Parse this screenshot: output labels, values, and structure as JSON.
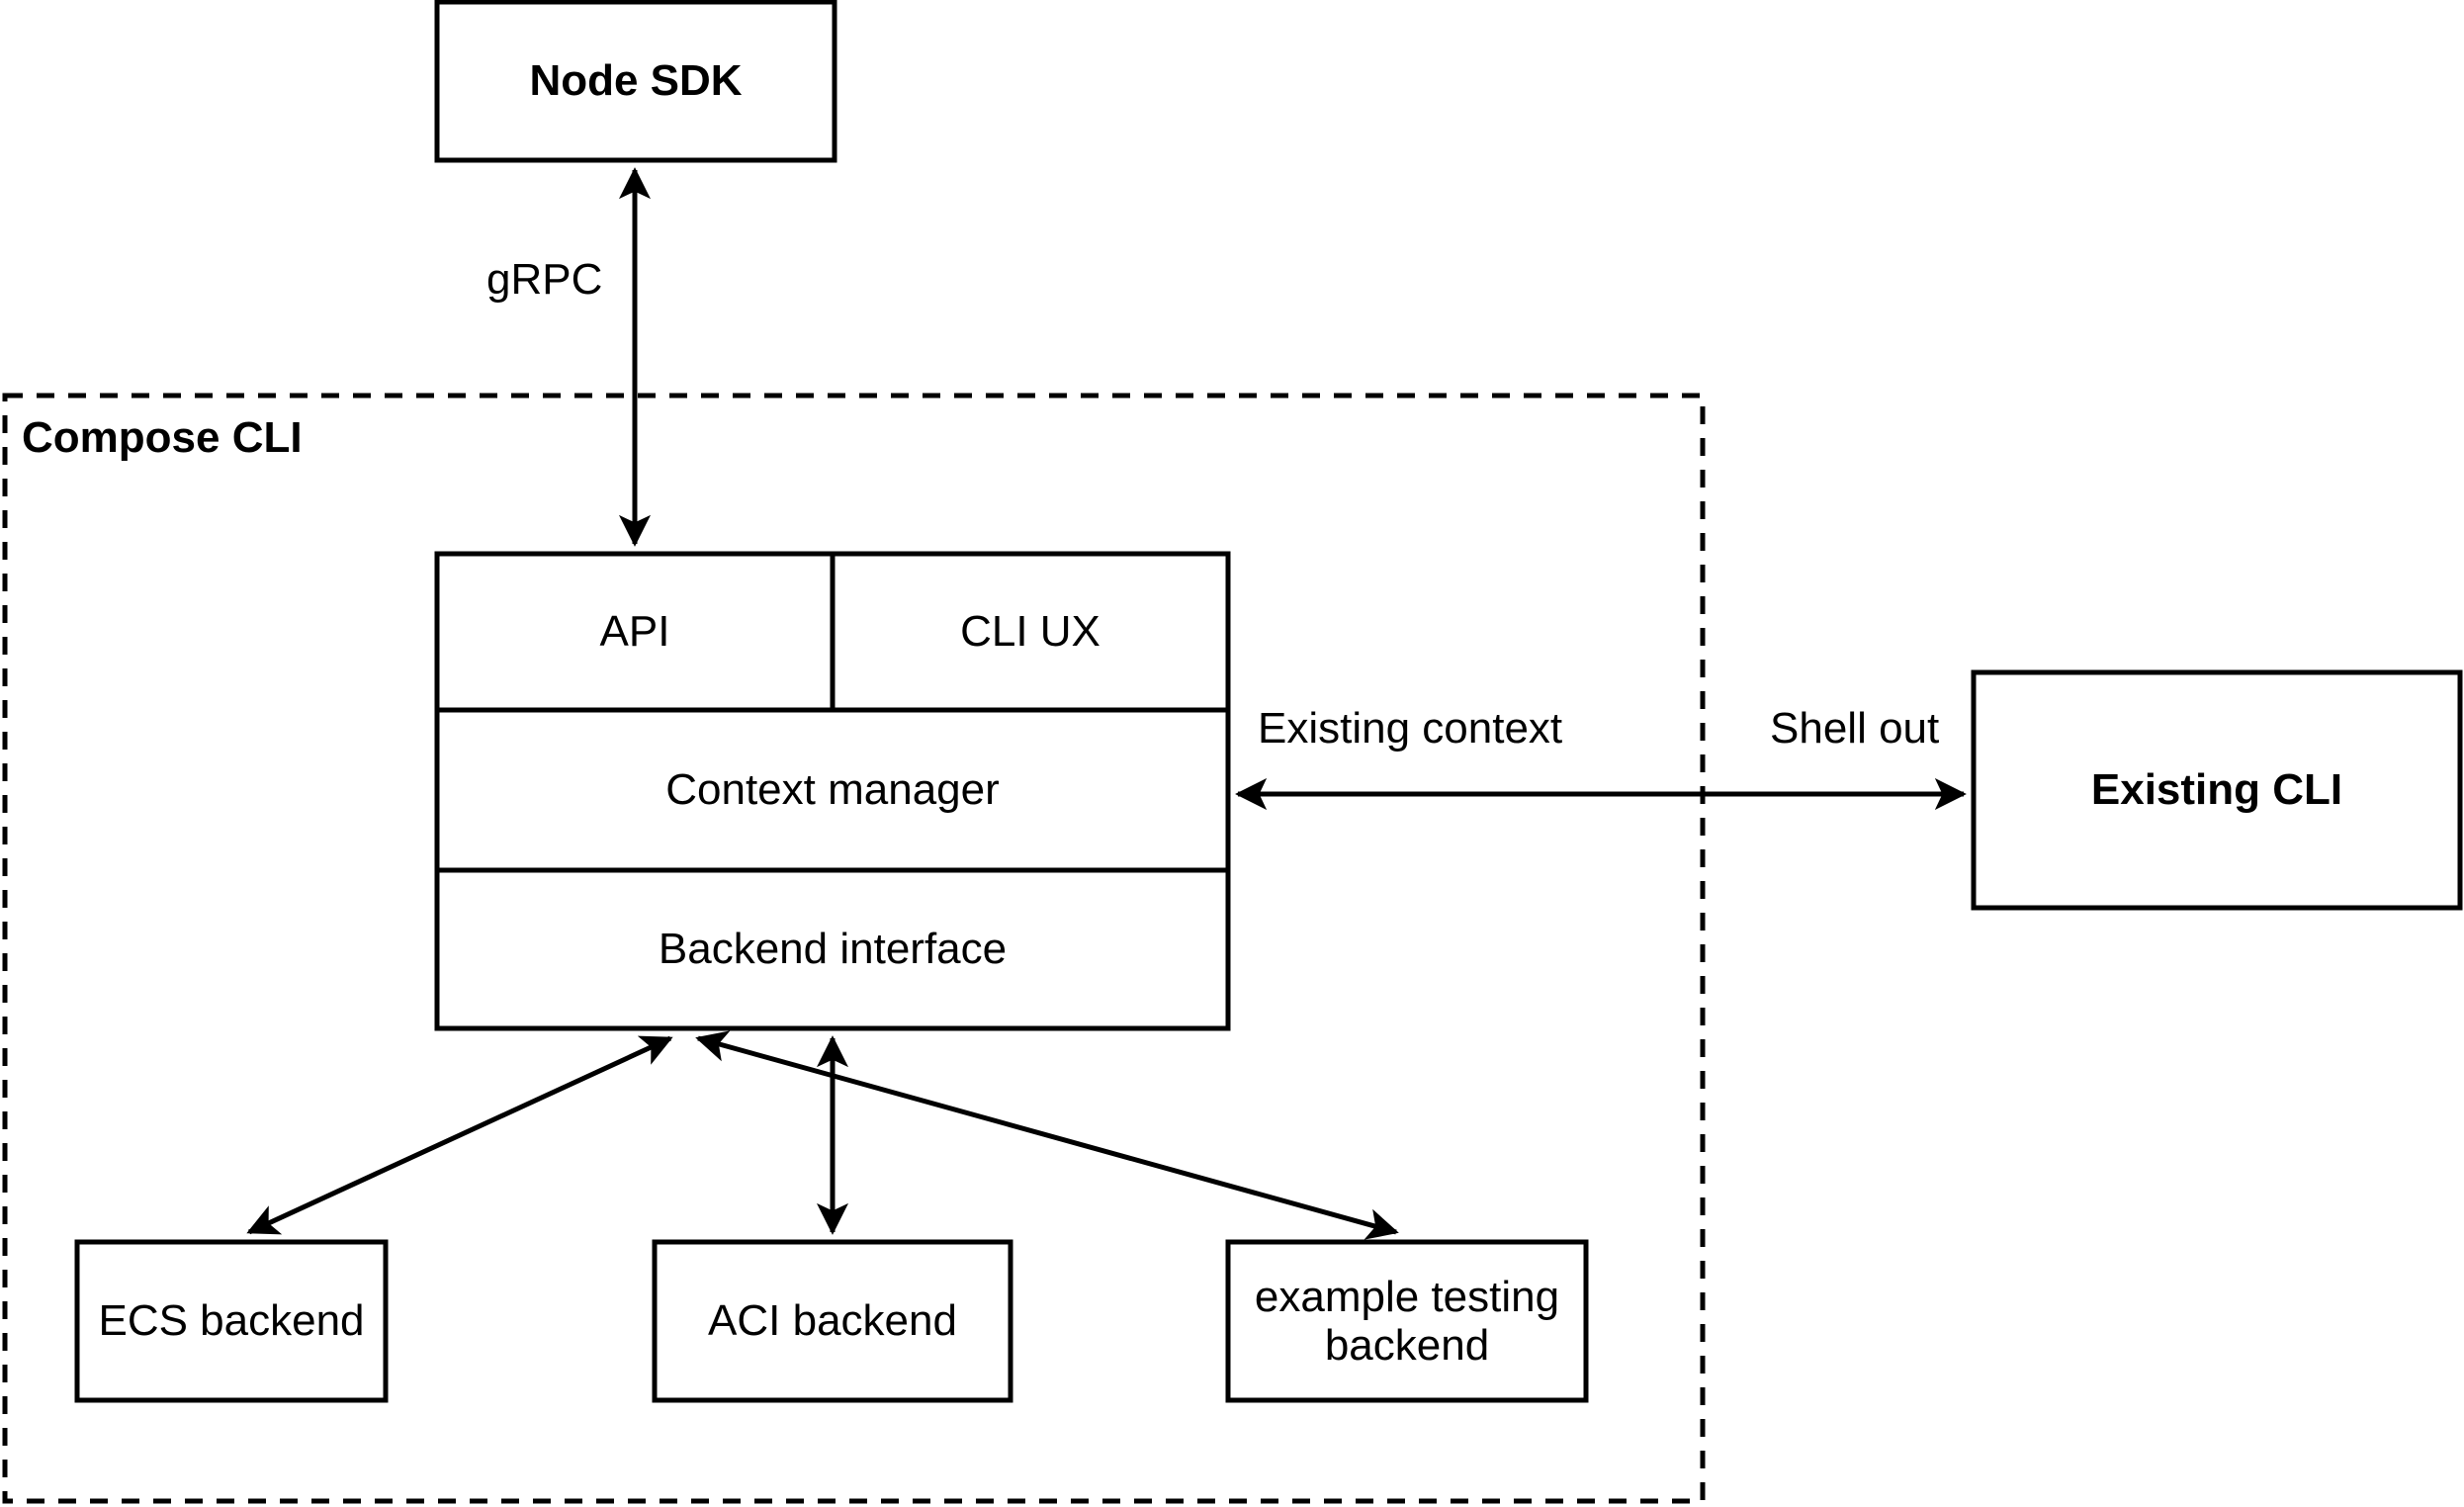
{
  "diagram": {
    "title_group": "Compose CLI",
    "nodes": {
      "node_sdk": "Node SDK",
      "api": "API",
      "cli_ux": "CLI UX",
      "context_manager": "Context manager",
      "backend_interface": "Backend interface",
      "ecs_backend": "ECS backend",
      "aci_backend": "ACI backend",
      "example_testing_backend": "example testing backend",
      "existing_cli": "Existing CLI"
    },
    "edge_labels": {
      "grpc": "gRPC",
      "existing_context": "Existing context",
      "shell_out": "Shell out"
    },
    "colors": {
      "stroke": "#000000",
      "fill": "#ffffff",
      "text": "#000000"
    }
  }
}
